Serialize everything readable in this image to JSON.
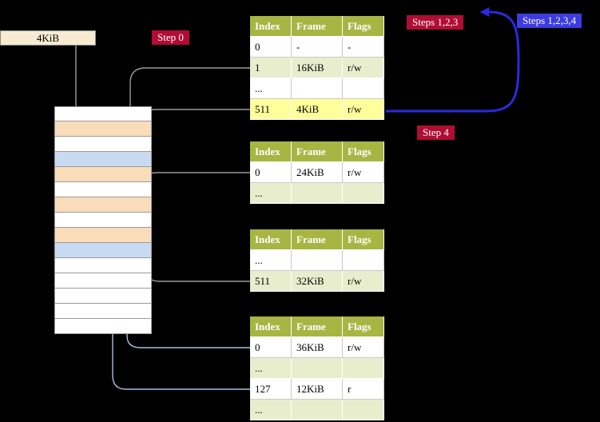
{
  "colors": {
    "background": "#000000",
    "table_header_olive": "#a7b543",
    "table_row_green": "#e8eecd",
    "highlight_yellow": "#ffff9c",
    "memory_page_table_peach": "#f9dcba",
    "memory_mapped_page_blue": "#c7daf2",
    "step_label_crimson": "#b00d34",
    "step_label_blue": "#3c3ce0",
    "arrow_gray": "#9b9b9b",
    "arrow_light_blue": "#a5bee2",
    "arrow_blue": "#2a2ae0"
  },
  "frame_label": {
    "text": "4KiB"
  },
  "step_labels": {
    "step0": "Step 0",
    "steps123": "Steps 1,2,3",
    "steps1234": "Steps 1,2,3,4",
    "step4": "Step 4"
  },
  "memory": {
    "rows": [
      {
        "class": "mem-row"
      },
      {
        "class": "mem-row peach"
      },
      {
        "class": "mem-row"
      },
      {
        "class": "mem-row blue"
      },
      {
        "class": "mem-row peach"
      },
      {
        "class": "mem-row"
      },
      {
        "class": "mem-row peach"
      },
      {
        "class": "mem-row"
      },
      {
        "class": "mem-row peach"
      },
      {
        "class": "mem-row blue"
      },
      {
        "class": "mem-row"
      },
      {
        "class": "mem-row"
      },
      {
        "class": "mem-row"
      },
      {
        "class": "mem-row"
      },
      {
        "class": "mem-row"
      }
    ]
  },
  "tables": [
    {
      "headers": [
        "Index",
        "Frame",
        "Flags"
      ],
      "rows": [
        {
          "cells": [
            "0",
            "-",
            "-"
          ]
        },
        {
          "cells": [
            "1",
            "16KiB",
            "r/w"
          ]
        },
        {
          "cells": [
            "...",
            "",
            ""
          ]
        },
        {
          "cells": [
            "511",
            "4KiB",
            "r/w"
          ],
          "highlighted": true
        }
      ]
    },
    {
      "headers": [
        "Index",
        "Frame",
        "Flags"
      ],
      "rows": [
        {
          "cells": [
            "0",
            "24KiB",
            "r/w"
          ]
        },
        {
          "cells": [
            "...",
            "",
            ""
          ]
        }
      ]
    },
    {
      "headers": [
        "Index",
        "Frame",
        "Flags"
      ],
      "rows": [
        {
          "cells": [
            "...",
            "",
            ""
          ]
        },
        {
          "cells": [
            "511",
            "32KiB",
            "r/w"
          ]
        }
      ]
    },
    {
      "headers": [
        "Index",
        "Frame",
        "Flags"
      ],
      "rows": [
        {
          "cells": [
            "0",
            "36KiB",
            "r/w"
          ]
        },
        {
          "cells": [
            "...",
            "",
            ""
          ]
        },
        {
          "cells": [
            "127",
            "12KiB",
            "r"
          ]
        },
        {
          "cells": [
            "...",
            "",
            ""
          ]
        }
      ]
    }
  ]
}
